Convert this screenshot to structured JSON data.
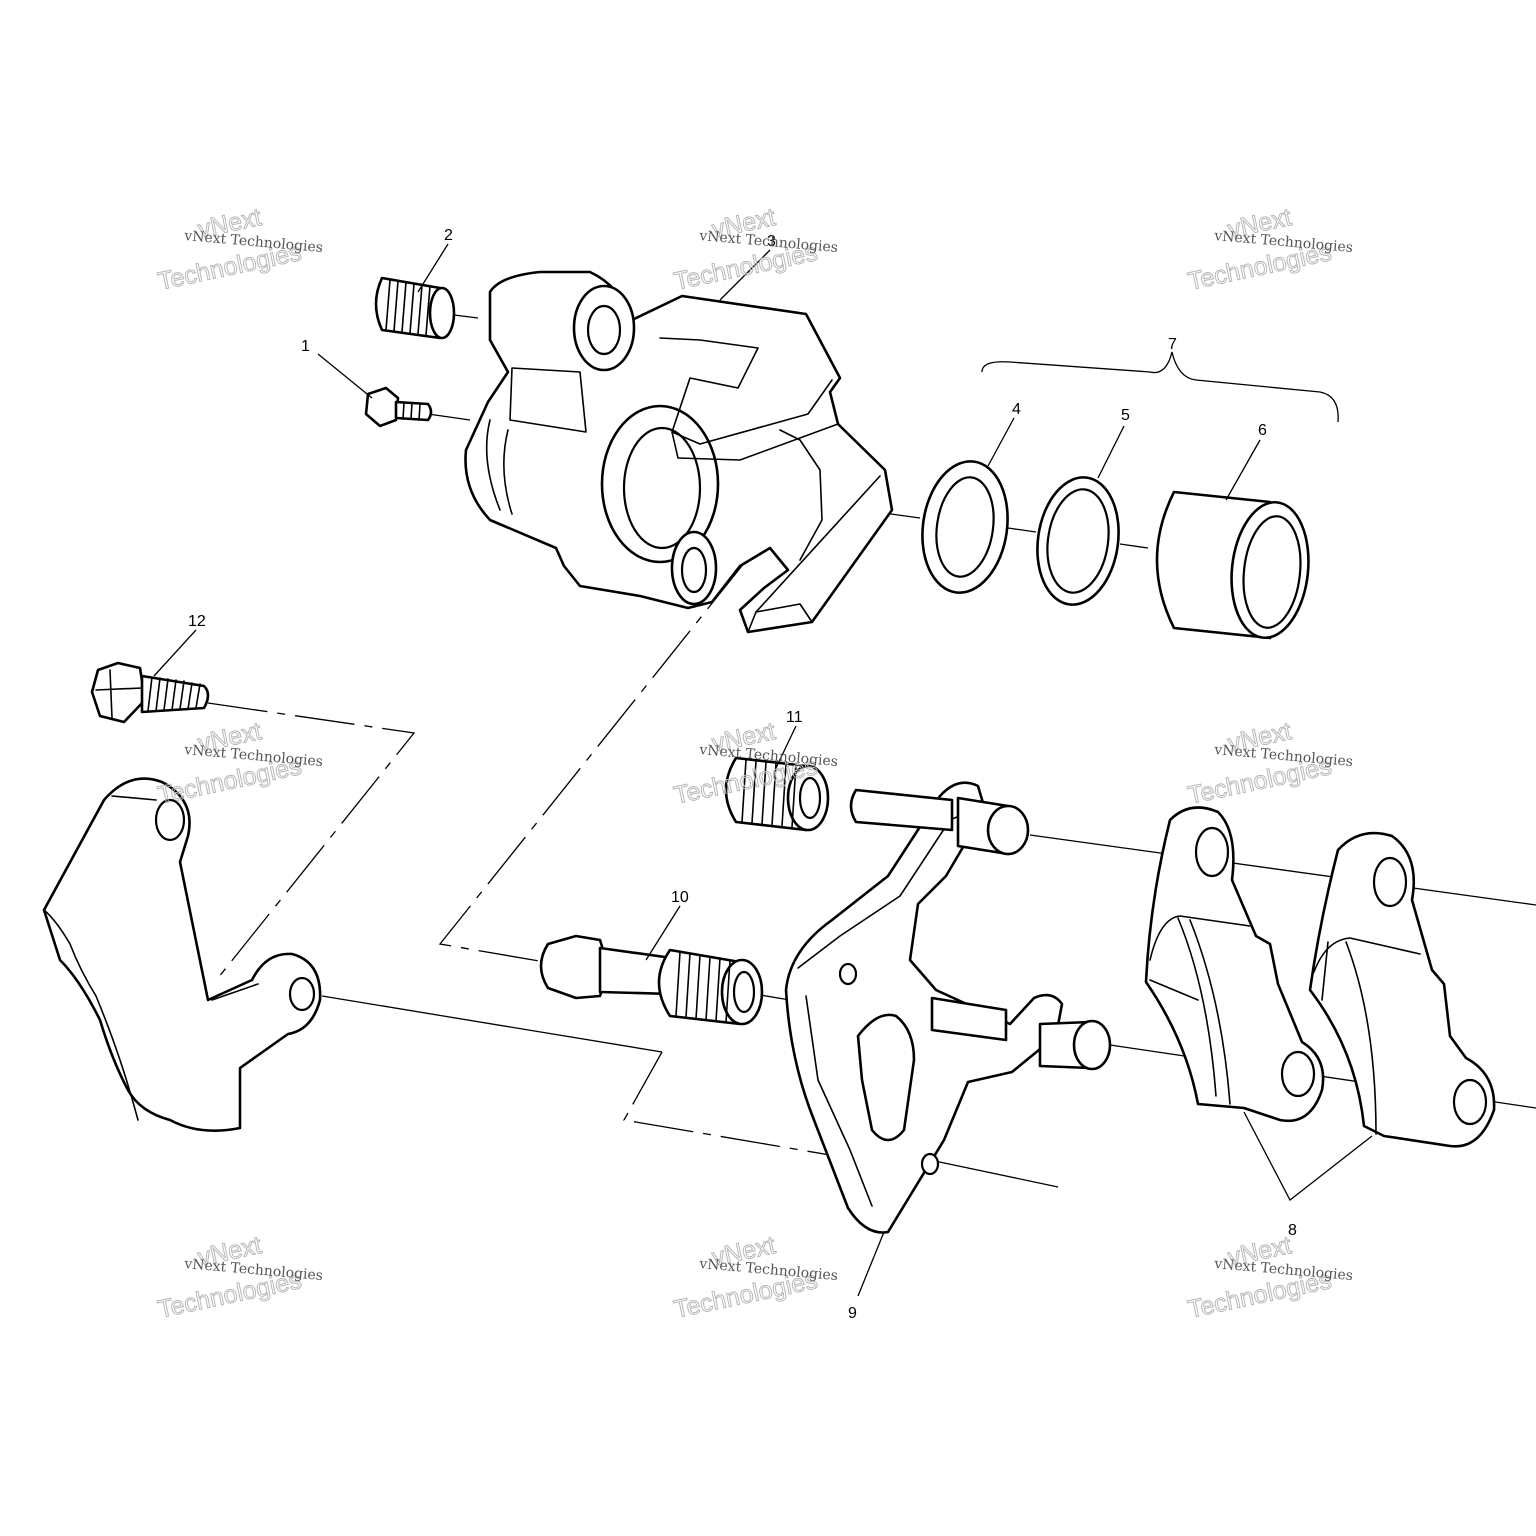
{
  "callouts": {
    "c1": "1",
    "c2": "2",
    "c3": "3",
    "c4": "4",
    "c5": "5",
    "c6": "6",
    "c7": "7",
    "c8": "8",
    "c9": "9",
    "c10": "10",
    "c11": "11",
    "c12": "12"
  },
  "watermark": {
    "line_small": "vNext Technologies",
    "line_big_1": "vNext",
    "line_big_2": "Technologies"
  },
  "colors": {
    "line": "#000000",
    "background": "#ffffff",
    "watermark": "#b8b8b8"
  }
}
